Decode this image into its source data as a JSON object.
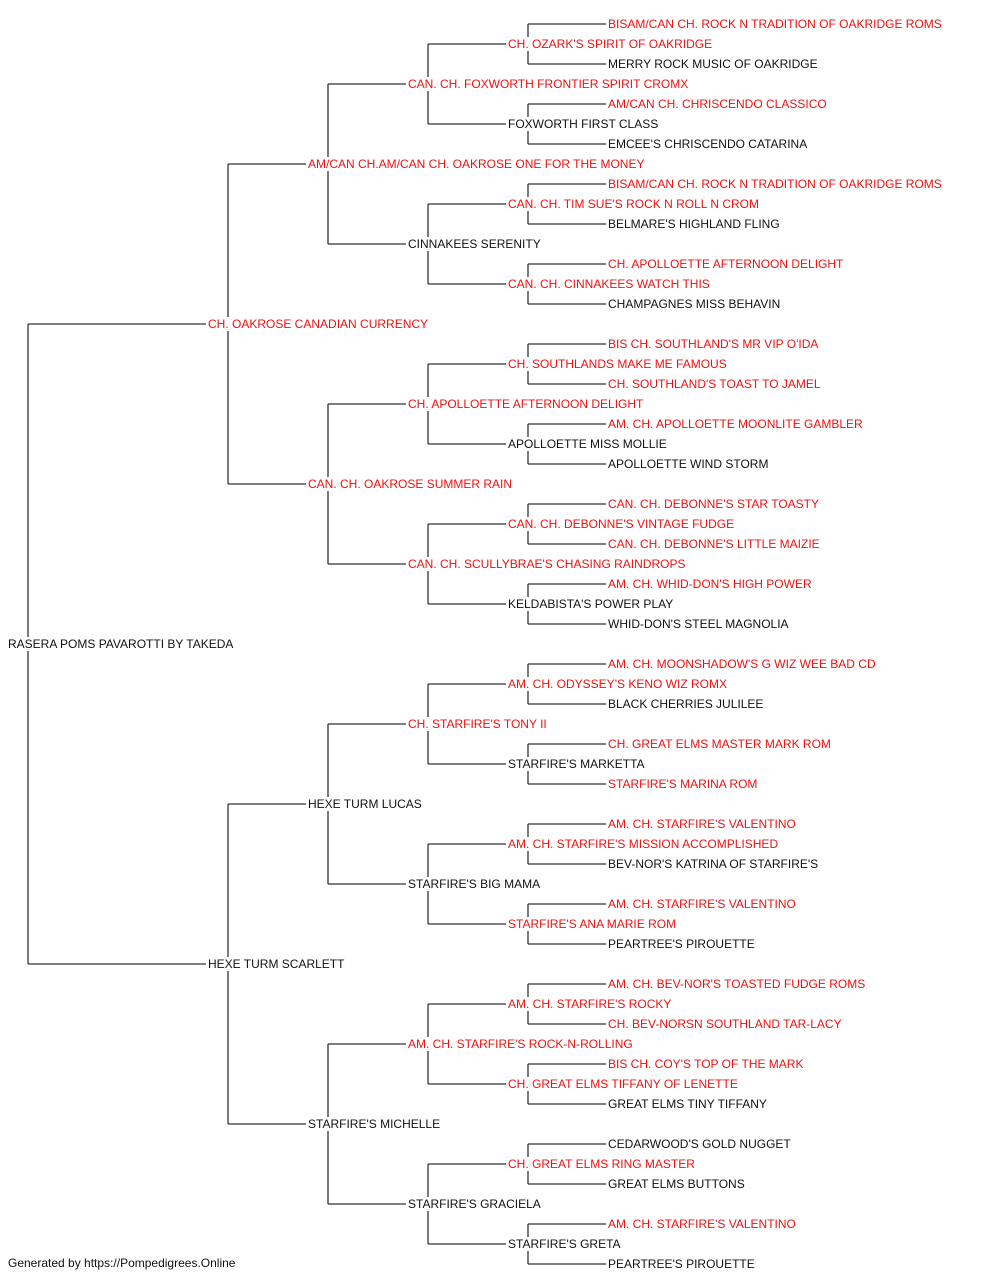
{
  "pedigree": {
    "subject": "RASERA POMS PAVAROTTI BY TAKEDA",
    "names": [
      {
        "gen": 4,
        "idx": 0,
        "text": "BISAM/CAN CH. ROCK N TRADITION OF OAKRIDGE ROMS",
        "champion": true
      },
      {
        "gen": 3,
        "idx": 0,
        "text": "CH. OZARK'S SPIRIT OF OAKRIDGE",
        "champion": true
      },
      {
        "gen": 4,
        "idx": 1,
        "text": "MERRY ROCK MUSIC OF OAKRIDGE",
        "champion": false
      },
      {
        "gen": 2,
        "idx": 0,
        "text": "CAN. CH. FOXWORTH FRONTIER SPIRIT CROMX",
        "champion": true
      },
      {
        "gen": 4,
        "idx": 2,
        "text": "AM/CAN CH. CHRISCENDO CLASSICO",
        "champion": true
      },
      {
        "gen": 3,
        "idx": 1,
        "text": "FOXWORTH FIRST CLASS",
        "champion": false
      },
      {
        "gen": 4,
        "idx": 3,
        "text": "EMCEE'S CHRISCENDO CATARINA",
        "champion": false
      },
      {
        "gen": 1,
        "idx": 0,
        "text": "AM/CAN CH.AM/CAN CH. OAKROSE ONE FOR THE MONEY",
        "champion": true
      },
      {
        "gen": 4,
        "idx": 4,
        "text": "BISAM/CAN CH. ROCK N TRADITION OF OAKRIDGE ROMS",
        "champion": true
      },
      {
        "gen": 3,
        "idx": 2,
        "text": "CAN. CH. TIM SUE'S ROCK N ROLL N CROM",
        "champion": true
      },
      {
        "gen": 4,
        "idx": 5,
        "text": "BELMARE'S HIGHLAND FLING",
        "champion": false
      },
      {
        "gen": 2,
        "idx": 1,
        "text": "CINNAKEES SERENITY",
        "champion": false
      },
      {
        "gen": 4,
        "idx": 6,
        "text": "CH. APOLLOETTE AFTERNOON DELIGHT",
        "champion": true
      },
      {
        "gen": 3,
        "idx": 3,
        "text": "CAN. CH. CINNAKEES WATCH THIS",
        "champion": true
      },
      {
        "gen": 4,
        "idx": 7,
        "text": "CHAMPAGNES MISS BEHAVIN",
        "champion": false
      },
      {
        "gen": 0,
        "idx": 0,
        "text": "CH. OAKROSE CANADIAN CURRENCY",
        "champion": true
      },
      {
        "gen": 4,
        "idx": 8,
        "text": "BIS CH. SOUTHLAND'S MR VIP O'IDA",
        "champion": true
      },
      {
        "gen": 3,
        "idx": 4,
        "text": "CH. SOUTHLANDS MAKE ME FAMOUS",
        "champion": true
      },
      {
        "gen": 4,
        "idx": 9,
        "text": "CH. SOUTHLAND'S TOAST TO JAMEL",
        "champion": true
      },
      {
        "gen": 2,
        "idx": 2,
        "text": "CH. APOLLOETTE AFTERNOON DELIGHT",
        "champion": true
      },
      {
        "gen": 4,
        "idx": 10,
        "text": "AM. CH. APOLLOETTE MOONLITE GAMBLER",
        "champion": true
      },
      {
        "gen": 3,
        "idx": 5,
        "text": "APOLLOETTE MISS MOLLIE",
        "champion": false
      },
      {
        "gen": 4,
        "idx": 11,
        "text": "APOLLOETTE WIND STORM",
        "champion": false
      },
      {
        "gen": 1,
        "idx": 1,
        "text": "CAN. CH. OAKROSE SUMMER RAIN",
        "champion": true
      },
      {
        "gen": 4,
        "idx": 12,
        "text": "CAN. CH. DEBONNE'S STAR TOASTY",
        "champion": true
      },
      {
        "gen": 3,
        "idx": 6,
        "text": "CAN. CH. DEBONNE'S VINTAGE FUDGE",
        "champion": true
      },
      {
        "gen": 4,
        "idx": 13,
        "text": "CAN. CH. DEBONNE'S LITTLE MAIZIE",
        "champion": true
      },
      {
        "gen": 2,
        "idx": 3,
        "text": "CAN. CH. SCULLYBRAE'S CHASING RAINDROPS",
        "champion": true
      },
      {
        "gen": 4,
        "idx": 14,
        "text": "AM. CH. WHID-DON'S HIGH POWER",
        "champion": true
      },
      {
        "gen": 3,
        "idx": 7,
        "text": "KELDABISTA'S POWER PLAY",
        "champion": false
      },
      {
        "gen": 4,
        "idx": 15,
        "text": "WHID-DON'S STEEL MAGNOLIA",
        "champion": false
      },
      {
        "gen": -1,
        "idx": 0,
        "text": "RASERA POMS PAVAROTTI BY TAKEDA",
        "champion": false
      },
      {
        "gen": 4,
        "idx": 16,
        "text": "AM. CH. MOONSHADOW'S G WIZ WEE BAD CD",
        "champion": true
      },
      {
        "gen": 3,
        "idx": 8,
        "text": "AM. CH. ODYSSEY'S KENO WIZ ROMX",
        "champion": true
      },
      {
        "gen": 4,
        "idx": 17,
        "text": "BLACK CHERRIES JULILEE",
        "champion": false
      },
      {
        "gen": 2,
        "idx": 4,
        "text": "CH. STARFIRE'S TONY II",
        "champion": true
      },
      {
        "gen": 4,
        "idx": 18,
        "text": "CH. GREAT ELMS MASTER MARK ROM",
        "champion": true
      },
      {
        "gen": 3,
        "idx": 9,
        "text": "STARFIRE'S MARKETTA",
        "champion": false
      },
      {
        "gen": 4,
        "idx": 19,
        "text": "STARFIRE'S MARINA ROM",
        "champion": true
      },
      {
        "gen": 1,
        "idx": 2,
        "text": "HEXE TURM LUCAS",
        "champion": false
      },
      {
        "gen": 4,
        "idx": 20,
        "text": "AM. CH. STARFIRE'S VALENTINO",
        "champion": true
      },
      {
        "gen": 3,
        "idx": 10,
        "text": "AM. CH. STARFIRE'S MISSION ACCOMPLISHED",
        "champion": true
      },
      {
        "gen": 4,
        "idx": 21,
        "text": "BEV-NOR'S KATRINA OF STARFIRE'S",
        "champion": false
      },
      {
        "gen": 2,
        "idx": 5,
        "text": "STARFIRE'S BIG MAMA",
        "champion": false
      },
      {
        "gen": 4,
        "idx": 22,
        "text": "AM. CH. STARFIRE'S VALENTINO",
        "champion": true
      },
      {
        "gen": 3,
        "idx": 11,
        "text": "STARFIRE'S ANA MARIE ROM",
        "champion": true
      },
      {
        "gen": 4,
        "idx": 23,
        "text": "PEARTREE'S PIROUETTE",
        "champion": false
      },
      {
        "gen": 0,
        "idx": 1,
        "text": "HEXE TURM SCARLETT",
        "champion": false
      },
      {
        "gen": 4,
        "idx": 24,
        "text": "AM. CH. BEV-NOR'S TOASTED FUDGE ROMS",
        "champion": true
      },
      {
        "gen": 3,
        "idx": 12,
        "text": "AM. CH. STARFIRE'S ROCKY",
        "champion": true
      },
      {
        "gen": 4,
        "idx": 25,
        "text": "CH. BEV-NORSN SOUTHLAND TAR-LACY",
        "champion": true
      },
      {
        "gen": 2,
        "idx": 6,
        "text": "AM. CH. STARFIRE'S ROCK-N-ROLLING",
        "champion": true
      },
      {
        "gen": 4,
        "idx": 26,
        "text": "BIS CH. COY'S TOP OF THE MARK",
        "champion": true
      },
      {
        "gen": 3,
        "idx": 13,
        "text": "CH. GREAT ELMS TIFFANY OF LENETTE",
        "champion": true
      },
      {
        "gen": 4,
        "idx": 27,
        "text": "GREAT ELMS TINY TIFFANY",
        "champion": false
      },
      {
        "gen": 1,
        "idx": 3,
        "text": "STARFIRE'S MICHELLE",
        "champion": false
      },
      {
        "gen": 4,
        "idx": 28,
        "text": "CEDARWOOD'S GOLD NUGGET",
        "champion": false
      },
      {
        "gen": 3,
        "idx": 14,
        "text": "CH. GREAT ELMS RING MASTER",
        "champion": true
      },
      {
        "gen": 4,
        "idx": 29,
        "text": "GREAT ELMS BUTTONS",
        "champion": false
      },
      {
        "gen": 2,
        "idx": 7,
        "text": "STARFIRE'S GRACIELA",
        "champion": false
      },
      {
        "gen": 4,
        "idx": 30,
        "text": "AM. CH. STARFIRE'S VALENTINO",
        "champion": true
      },
      {
        "gen": 3,
        "idx": 15,
        "text": "STARFIRE'S GRETA",
        "champion": false
      },
      {
        "gen": 4,
        "idx": 31,
        "text": "PEARTREE'S PIROUETTE",
        "champion": false
      }
    ]
  },
  "footer": {
    "text": "Generated by https://Pompedigrees.Online"
  },
  "colors": {
    "champion": "#ee1111",
    "plain": "#111111",
    "line": "#333333"
  }
}
